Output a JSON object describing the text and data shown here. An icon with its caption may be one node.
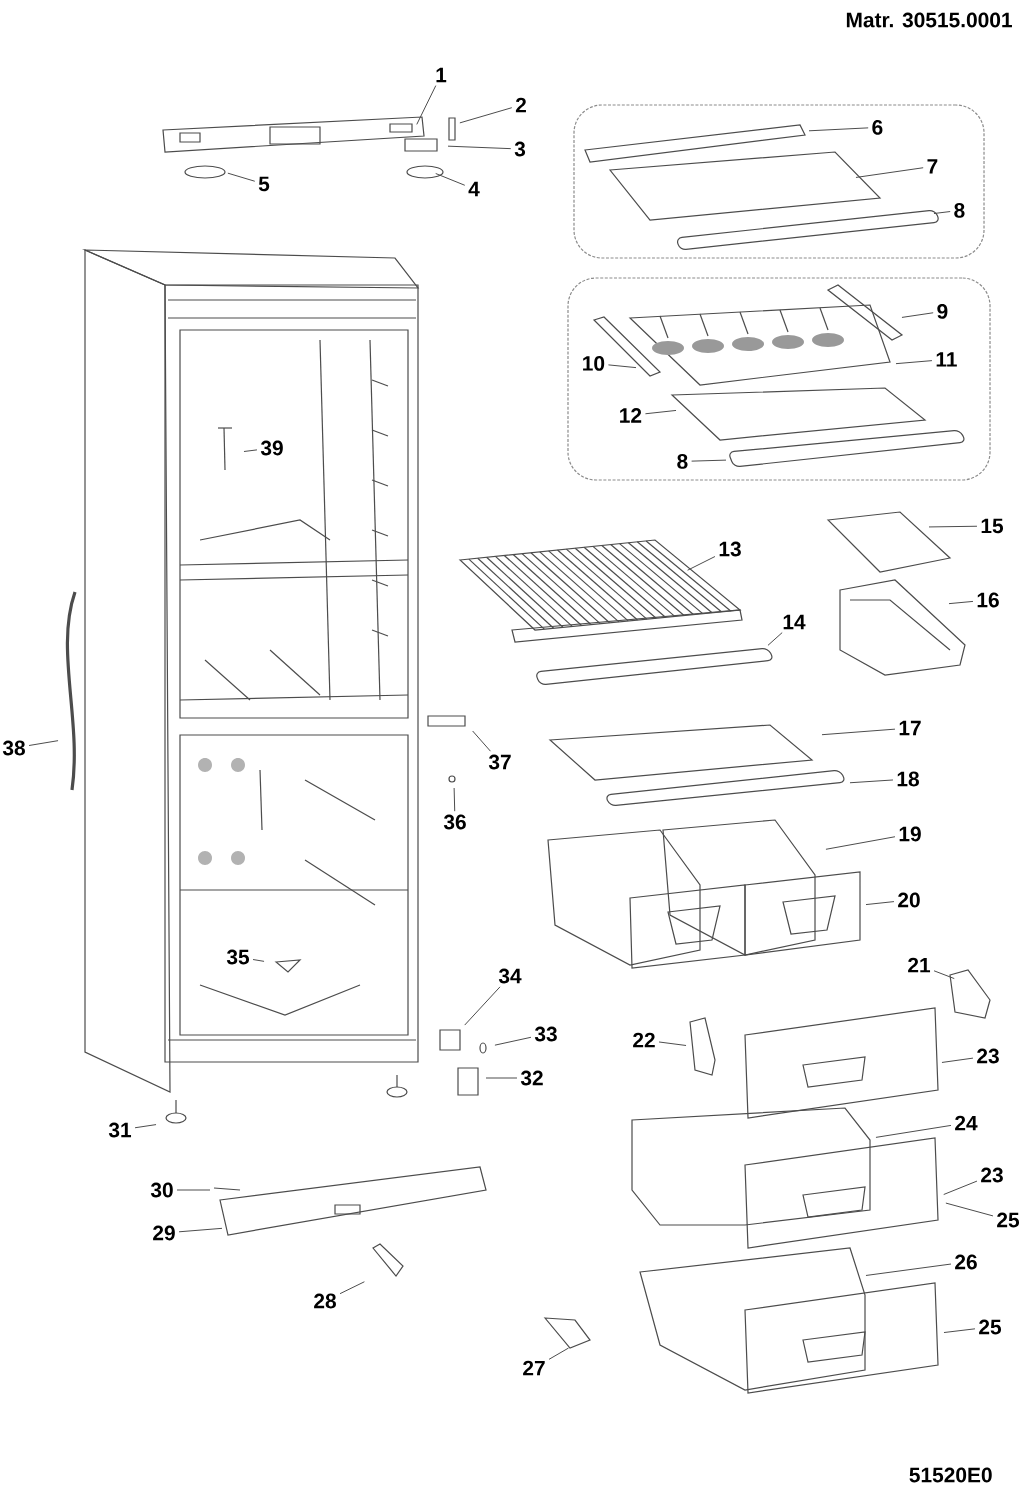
{
  "diagram": {
    "nodes": [
      {
        "text": [
          "1"
        ]
      },
      {
        "text": [
          "2"
        ]
      },
      {
        "text": [
          "3"
        ]
      },
      {
        "text": [
          "5"
        ]
      },
      {
        "text": [
          "4"
        ]
      },
      {
        "text": [],
        "shape": "box"
      },
      {
        "text": [
          "6"
        ],
        "in": 5
      },
      {
        "text": [
          "7"
        ],
        "in": 5
      },
      {
        "text": [
          "8"
        ],
        "in": 5
      },
      {
        "text": [],
        "shape": "box"
      },
      {
        "text": [
          "9"
        ],
        "in": 9
      },
      {
        "text": [
          "10"
        ],
        "in": 9
      },
      {
        "text": [
          "11"
        ],
        "in": 9
      },
      {
        "text": [
          "12"
        ],
        "in": 9
      },
      {
        "text": [
          "8"
        ],
        "in": 9
      },
      {
        "text": [
          "39"
        ]
      },
      {
        "text": [
          "13"
        ]
      },
      {
        "text": [
          "15"
        ]
      },
      {
        "text": [
          "16"
        ]
      },
      {
        "text": [
          "14"
        ]
      },
      {
        "text": [
          "38"
        ]
      },
      {
        "text": [
          "37"
        ]
      },
      {
        "text": [
          "17"
        ]
      },
      {
        "text": [
          "18"
        ]
      },
      {
        "text": [
          "36"
        ]
      },
      {
        "text": [
          "19"
        ]
      },
      {
        "text": [
          "20"
        ]
      },
      {
        "text": [
          "35"
        ]
      },
      {
        "text": [
          "21"
        ]
      },
      {
        "text": [
          "34"
        ]
      },
      {
        "text": [
          "33"
        ]
      },
      {
        "text": [
          "22"
        ]
      },
      {
        "text": [
          "23"
        ]
      },
      {
        "text": [
          "32"
        ]
      },
      {
        "text": [
          "31"
        ]
      },
      {
        "text": [
          "24"
        ]
      },
      {
        "text": [
          "23"
        ]
      },
      {
        "text": [
          "30"
        ]
      },
      {
        "text": [
          "25"
        ]
      },
      {
        "text": [
          "29"
        ]
      },
      {
        "text": [
          "26"
        ]
      },
      {
        "text": [
          "28"
        ]
      },
      {
        "text": [
          "25"
        ]
      },
      {
        "text": [
          "27"
        ]
      }
    ],
    "edges": [
      {
        "from": 0,
        "to": null,
        "arrow": "none"
      },
      {
        "from": 1,
        "to": null,
        "arrow": "none"
      },
      {
        "from": 2,
        "to": null,
        "arrow": "none"
      },
      {
        "from": 3,
        "to": null,
        "arrow": "none"
      },
      {
        "from": 4,
        "to": null,
        "arrow": "none"
      },
      {
        "from": 6,
        "to": null,
        "arrow": "none"
      },
      {
        "from": 7,
        "to": null,
        "arrow": "none"
      },
      {
        "from": 8,
        "to": null,
        "arrow": "none"
      },
      {
        "from": 10,
        "to": null,
        "arrow": "none"
      },
      {
        "from": 11,
        "to": null,
        "arrow": "none"
      },
      {
        "from": 12,
        "to": null,
        "arrow": "none"
      },
      {
        "from": 13,
        "to": null,
        "arrow": "none"
      },
      {
        "from": 14,
        "to": null,
        "arrow": "none"
      },
      {
        "from": 15,
        "to": null,
        "arrow": "none"
      },
      {
        "from": 16,
        "to": null,
        "arrow": "none"
      },
      {
        "from": 17,
        "to": null,
        "arrow": "none"
      },
      {
        "from": 18,
        "to": null,
        "arrow": "none"
      },
      {
        "from": 19,
        "to": null,
        "arrow": "none"
      },
      {
        "from": 20,
        "to": null,
        "arrow": "none"
      },
      {
        "from": 21,
        "to": null,
        "arrow": "none"
      },
      {
        "from": 22,
        "to": null,
        "arrow": "none"
      },
      {
        "from": 23,
        "to": null,
        "arrow": "none"
      },
      {
        "from": 24,
        "to": null,
        "arrow": "none"
      },
      {
        "from": 25,
        "to": null,
        "arrow": "none"
      },
      {
        "from": 26,
        "to": null,
        "arrow": "none"
      },
      {
        "from": 27,
        "to": null,
        "arrow": "none"
      },
      {
        "from": 28,
        "to": null,
        "arrow": "none"
      },
      {
        "from": 29,
        "to": null,
        "arrow": "none"
      },
      {
        "from": 30,
        "to": null,
        "arrow": "none"
      },
      {
        "from": 31,
        "to": null,
        "arrow": "none"
      },
      {
        "from": 32,
        "to": null,
        "arrow": "none"
      },
      {
        "from": 33,
        "to": null,
        "arrow": "none"
      },
      {
        "from": 34,
        "to": null,
        "arrow": "none"
      },
      {
        "from": 35,
        "to": null,
        "arrow": "none"
      },
      {
        "from": 36,
        "to": null,
        "arrow": "none"
      },
      {
        "from": 37,
        "to": null,
        "arrow": "none"
      },
      {
        "from": 38,
        "to": null,
        "arrow": "none"
      },
      {
        "from": 39,
        "to": null,
        "arrow": "none"
      },
      {
        "from": 40,
        "to": null,
        "arrow": "none"
      },
      {
        "from": 41,
        "to": null,
        "arrow": "none"
      },
      {
        "from": 42,
        "to": null,
        "arrow": "none"
      },
      {
        "from": 43,
        "to": null,
        "arrow": "none"
      }
    ],
    "labels": [
      "Matr. 30515.0001",
      "51520E0"
    ]
  }
}
